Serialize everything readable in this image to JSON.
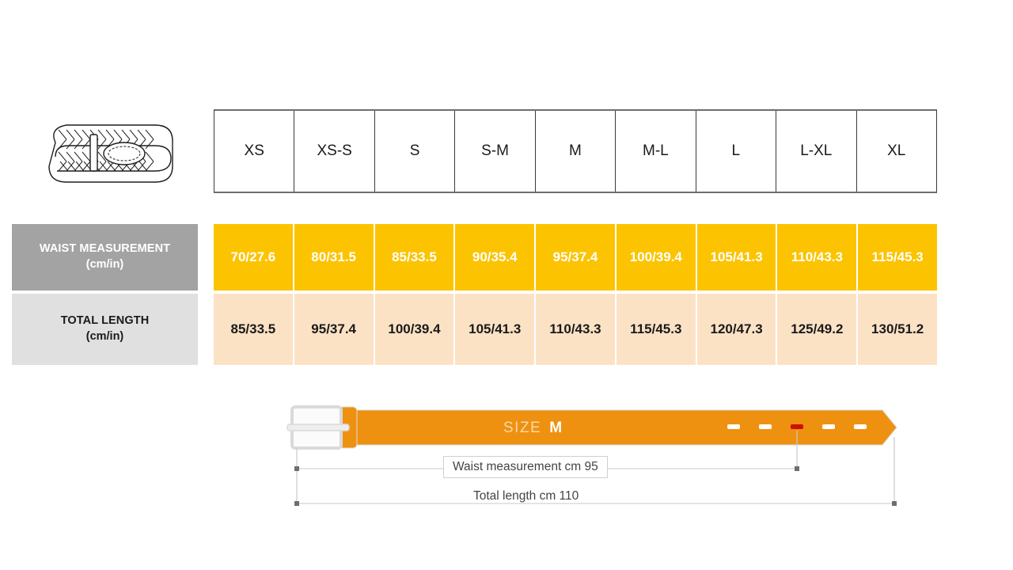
{
  "product_icon": {
    "name": "braided-belt-illustration"
  },
  "size_table": {
    "sizes": [
      "XS",
      "XS-S",
      "S",
      "S-M",
      "M",
      "M-L",
      "L",
      "L-XL",
      "XL"
    ],
    "rows": [
      {
        "key": "waist",
        "label_line1": "WAIST MEASUREMENT",
        "label_line2": "(cm/in)",
        "values": [
          "70/27.6",
          "80/31.5",
          "85/33.5",
          "90/35.4",
          "95/37.4",
          "100/39.4",
          "105/41.3",
          "110/43.3",
          "115/45.3"
        ]
      },
      {
        "key": "length",
        "label_line1": "TOTAL LENGTH",
        "label_line2": "(cm/in)",
        "values": [
          "85/33.5",
          "95/37.4",
          "100/39.4",
          "105/41.3",
          "110/43.3",
          "115/45.3",
          "120/47.3",
          "125/49.2",
          "130/51.2"
        ]
      }
    ]
  },
  "diagram": {
    "size_caption_label": "SIZE",
    "size_caption_value": "M",
    "waist_dimension": "Waist measurement cm 95",
    "total_dimension": "Total length cm 110",
    "holes_count": 5,
    "highlighted_hole_index": 2
  },
  "colors": {
    "waist_fill": "#fcc300",
    "length_fill": "#fce2c5",
    "waist_label_bg": "#a3a3a3",
    "length_label_bg": "#e0e0e0",
    "belt_orange": "#ef9110",
    "hole_highlight": "#cc1100",
    "buckle_gray": "#e8e8e8"
  }
}
